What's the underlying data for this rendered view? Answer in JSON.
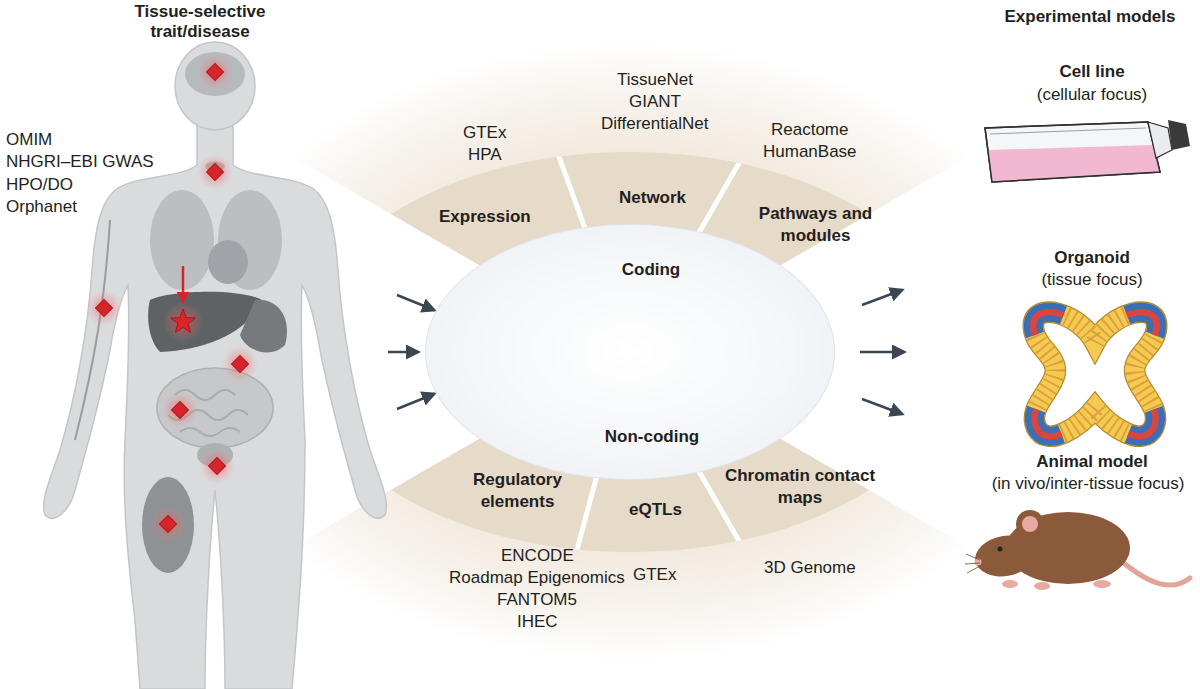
{
  "diagram": {
    "nodes": [
      {
        "text": [
          "Coding",
          "Non-coding"
        ]
      },
      {
        "text": [
          "Expression",
          "GTEx",
          "HPA"
        ]
      },
      {
        "text": [
          "Network",
          "TissueNet",
          "GIANT",
          "DifferentialNet"
        ]
      },
      {
        "text": [
          "Pathways and modules",
          "Reactome",
          "HumanBase"
        ]
      },
      {
        "text": [
          "Regulatory elements",
          "ENCODE",
          "Roadmap Epigenomics",
          "FANTOM5",
          "IHEC"
        ]
      },
      {
        "text": [
          "eQTLs",
          "GTEx"
        ]
      },
      {
        "text": [
          "Chromatin contact maps",
          "3D Genome"
        ]
      }
    ],
    "labels": [
      "Tissue-selective trait/disease",
      "OMIM",
      "NHGRI–EBI GWAS",
      "HPO/DO",
      "Orphanet",
      "Experimental models",
      "Cell line",
      "(cellular focus)",
      "Organoid",
      "(tissue focus)",
      "Animal model",
      "(in vivo/inter-tissue focus)"
    ]
  }
}
